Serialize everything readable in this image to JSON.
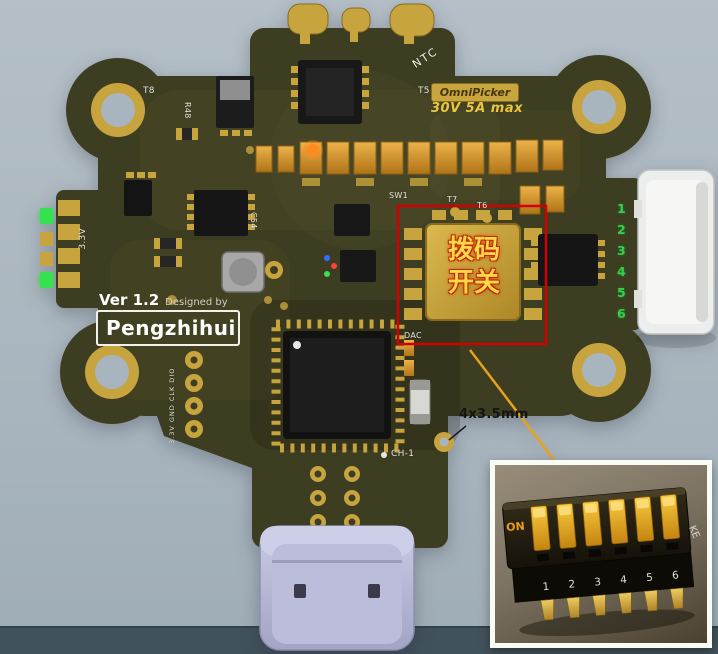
{
  "scene": {
    "bg_top": "#b4bfc7",
    "bg_bottom": "#9fadb7",
    "footer_color": "#42525c",
    "pcb_color": "#3d3d21",
    "pad_gold": "#c7a43e"
  },
  "board": {
    "silkscreen": {
      "ver": "Ver 1.2",
      "designed_by": "Designed by",
      "brand": "Pengzhihui",
      "rail_3v3": "3.3V",
      "swd": "3.3V GND CLK DIO",
      "ntc": "NTC",
      "t8": "T8",
      "r48": "R48",
      "c54": "C54",
      "sw1": "SW1",
      "t7": "T7",
      "t6": "T6",
      "t5": "T5",
      "dac": "DAC",
      "ch1": "CH-1"
    },
    "badge": {
      "label": "OmniPicker",
      "rating": "30V 5A max"
    },
    "connector_pins": [
      "1",
      "2",
      "3",
      "4",
      "5",
      "6"
    ],
    "pin_color": "#35d14b"
  },
  "annotation": {
    "dip_switch_line1": "拨码",
    "dip_switch_line2": "开关",
    "dimension_label": "4x3.5mm",
    "box_color": "#d40000",
    "leader_color": "#e8a11c"
  },
  "inset": {
    "on_label": "ON",
    "ke_label": "KE",
    "numbers": [
      "1",
      "2",
      "3",
      "4",
      "5",
      "6"
    ]
  }
}
